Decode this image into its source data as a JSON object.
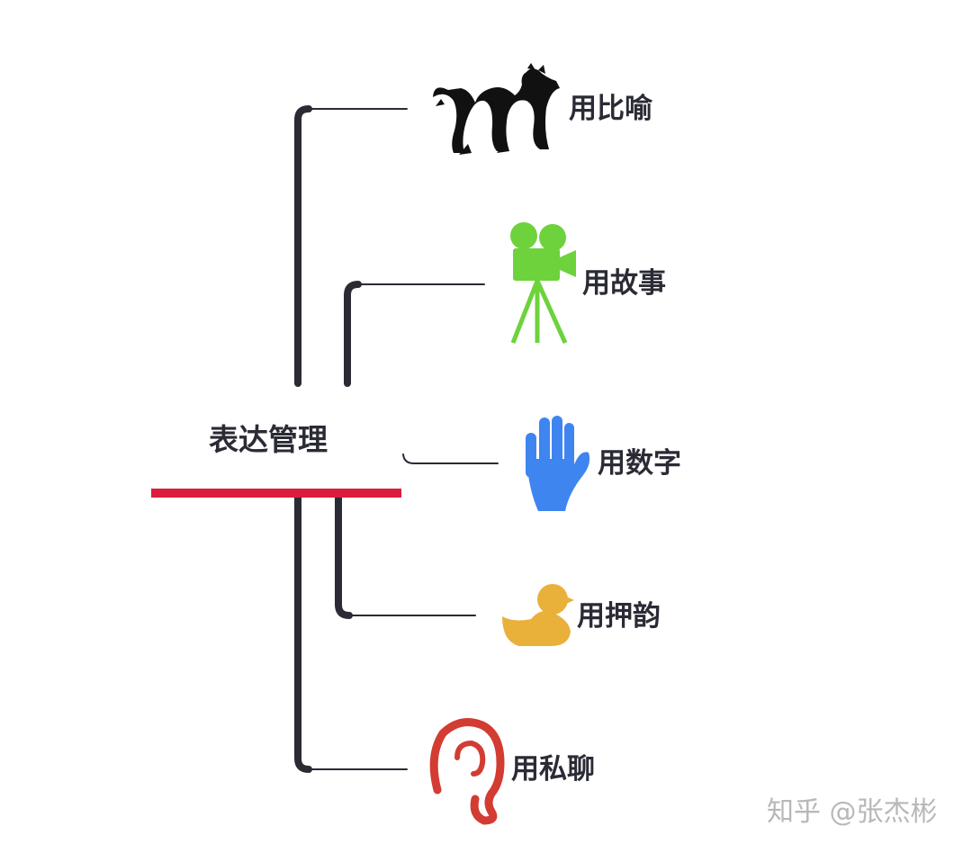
{
  "center_topic": "表达管理",
  "branches": [
    {
      "label": "用比喻",
      "icon": "dragon-icon",
      "color": "#111111"
    },
    {
      "label": "用故事",
      "icon": "movie-camera-icon",
      "color": "#6dd23c"
    },
    {
      "label": "用数字",
      "icon": "hand-icon",
      "color": "#3f85f0"
    },
    {
      "label": "用押韵",
      "icon": "duck-icon",
      "color": "#e9b13a"
    },
    {
      "label": "用私聊",
      "icon": "ear-icon",
      "color": "#d23c32"
    }
  ],
  "colors": {
    "connector": "#2b2b36",
    "underline": "#dc1c3c",
    "text": "#2b2b36"
  },
  "watermark": "知乎 @张杰彬"
}
